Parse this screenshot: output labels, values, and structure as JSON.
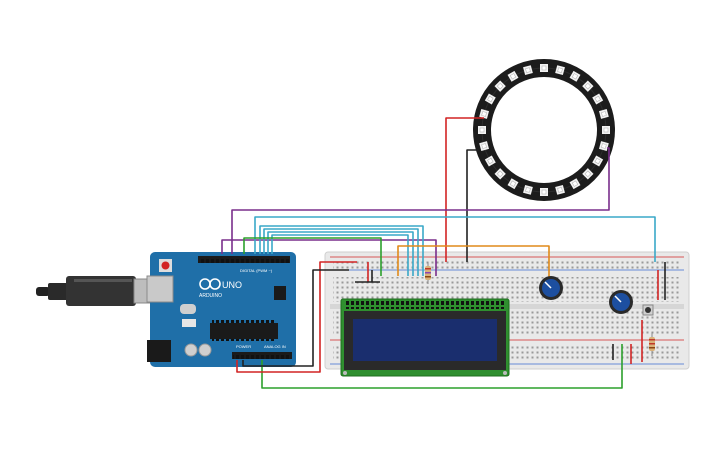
{
  "arduino": {
    "brand": "ARDUINO",
    "model": "UNO",
    "digital_label": "DIGITAL (PWM ~)",
    "power_label": "POWER",
    "analog_label": "ANALOG IN",
    "board_color": "#1f6fa8"
  },
  "lcd": {
    "screen_color": "#1a2e6e",
    "pcb_color": "#2f8f2f"
  },
  "ring": {
    "pixel_count": 24,
    "body_color": "#1c1c1c"
  },
  "breadboard": {
    "color": "#e9e9e9"
  },
  "wire_colors": {
    "red": "#d22424",
    "black": "#222222",
    "purple": "#7a2e8c",
    "teal": "#3aa8c8",
    "green": "#2ca02c",
    "orange": "#e08a1a"
  },
  "components": [
    "usb-cable",
    "arduino-uno",
    "breadboard",
    "lcd-16x2",
    "neopixel-ring",
    "potentiometer",
    "potentiometer",
    "pushbutton",
    "resistor",
    "resistor"
  ]
}
